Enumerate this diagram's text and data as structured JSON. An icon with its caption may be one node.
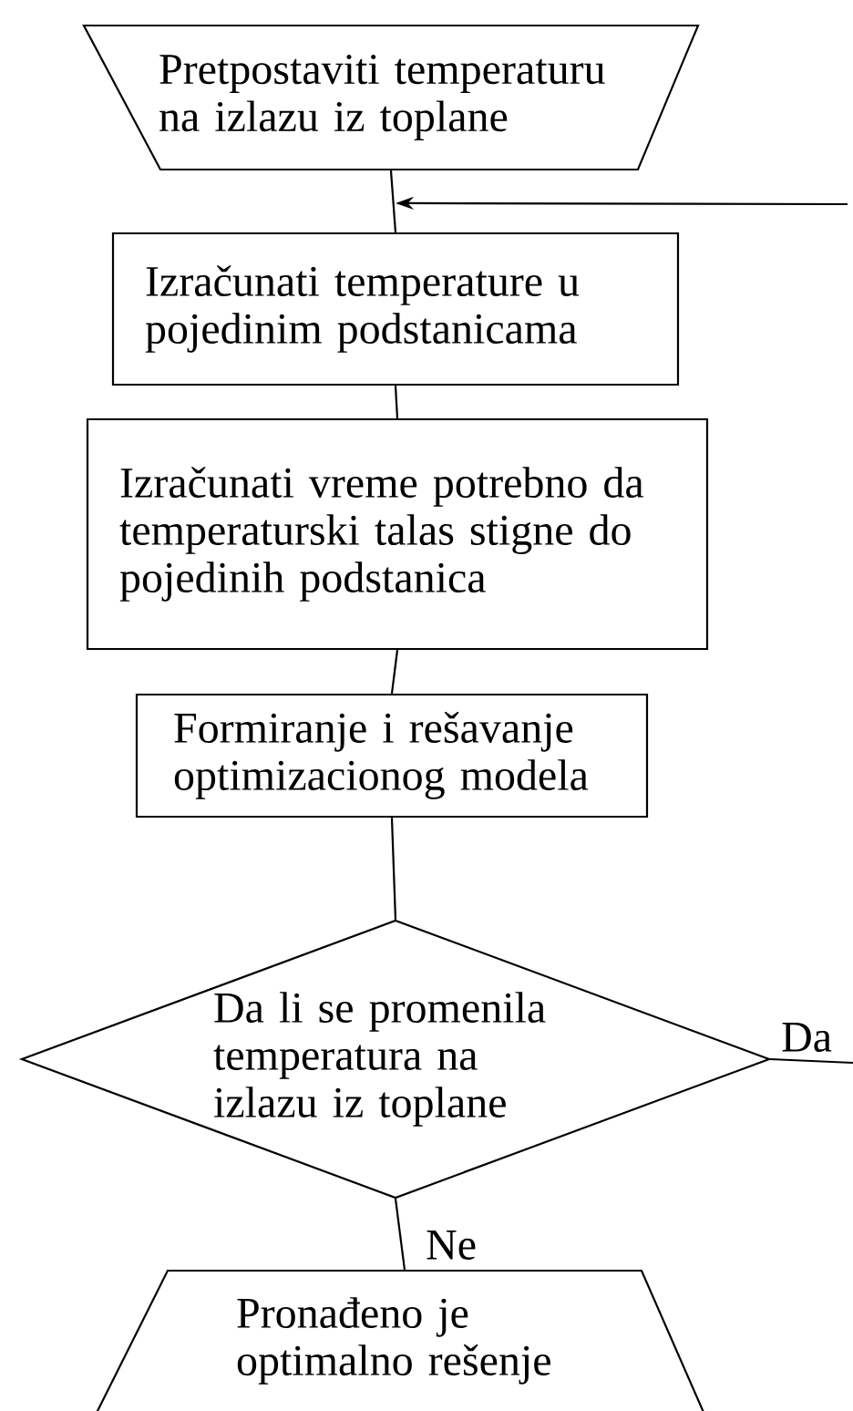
{
  "diagram": {
    "nodes": [
      {
        "text": [
          "Pretpostaviti temperaturu na izlazu iz toplane"
        ]
      },
      {
        "text": [
          "Izračunati temperature u pojedinim podstanicama"
        ]
      },
      {
        "text": [
          "Izračunati vreme potrebno da temperaturski talas stigne do pojedinih podstanica"
        ]
      },
      {
        "text": [
          "Formiranje i rešavanje optimizacionog modela"
        ]
      },
      {
        "text": [
          "Da li se promenila temperatura na izlazu iz toplane"
        ]
      },
      {
        "text": [
          "Pronađeno je optimalno rešenje"
        ]
      }
    ],
    "edges": [
      {
        "from": 0,
        "to": 1,
        "arrow": "none"
      },
      {
        "from": null,
        "to": 1,
        "arrow": "to"
      },
      {
        "from": 1,
        "to": 2,
        "arrow": "none"
      },
      {
        "from": 2,
        "to": 3,
        "arrow": "none"
      },
      {
        "from": 3,
        "to": 4,
        "arrow": "none"
      },
      {
        "from": 4,
        "to": 5,
        "arrow": "none",
        "label": "Ne"
      },
      {
        "from": 4,
        "to": null,
        "arrow": "none",
        "label": "Da"
      }
    ]
  }
}
